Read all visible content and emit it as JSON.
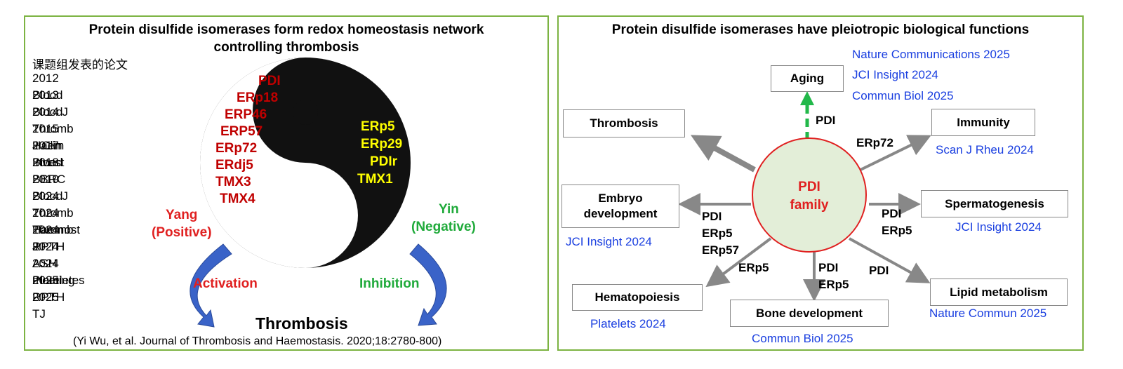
{
  "left": {
    "title_line1": "Protein disulfide isomerases form redox homeostasis network",
    "title_line2": "controlling thrombosis",
    "pub_header": "课题组发表的论文",
    "publications": [
      "2012 Blood",
      "2013 Blood",
      "2014 J Thromb Haem",
      "2015 J Clin Invest",
      "2017 Blood",
      "2018 BBRC",
      "2019 Blood",
      "2024 J Thromb Haemost",
      "2024 Thromb J",
      "2024 RPTH",
      "2024 ASH meeting",
      "2024 Plateletes",
      "2025 RPTH",
      "2025 TJ"
    ],
    "yang_proteins": [
      "PDI",
      "ERp18",
      "ERP46",
      "ERP57",
      "ERp72",
      "ERdj5",
      "TMX3",
      "TMX4"
    ],
    "yin_proteins": [
      "ERp5",
      "ERp29",
      "PDIr",
      "TMX1"
    ],
    "yang_label_1": "Yang",
    "yang_label_2": "(Positive)",
    "yin_label_1": "Yin",
    "yin_label_2": "(Negative)",
    "activation": "Activation",
    "inhibition": "Inhibition",
    "thrombosis": "Thrombosis",
    "citation": "(Yi Wu, et al. Journal of Thrombosis and Haemostasis.  2020;18:2780-800)",
    "colors": {
      "yang": "#c00000",
      "yin_text": "#ffff00",
      "yin_label": "#1faa3a",
      "arrow": "#3a63c8",
      "border": "#7cb342"
    }
  },
  "right": {
    "title": "Protein disulfide isomerases have pleiotropic biological functions",
    "center_line1": "PDI",
    "center_line2": "family",
    "boxes": {
      "aging": "Aging",
      "thrombosis": "Thrombosis",
      "immunity": "Immunity",
      "embryo_1": "Embryo",
      "embryo_2": "development",
      "spermatogenesis": "Spermatogenesis",
      "hematopoiesis": "Hematopoiesis",
      "bone": "Bone development",
      "lipid": "Lipid metabolism"
    },
    "refs": {
      "aging_1": "Nature Communications 2025",
      "aging_2": "JCI Insight 2024",
      "aging_3": "Commun Biol 2025",
      "immunity": "Scan J Rheu 2024",
      "embryo": "JCI Insight 2024",
      "spermatogenesis": "JCI Insight 2024",
      "hematopoiesis": "Platelets 2024",
      "bone": "Commun Biol 2025",
      "lipid": "Nature Commun 2025"
    },
    "arrow_labels": {
      "aging": "PDI",
      "immunity": "ERp72",
      "embryo_1": "PDI",
      "embryo_2": "ERp5",
      "embryo_3": "ERp57",
      "sperm_1": "PDI",
      "sperm_2": "ERp5",
      "hemato": "ERp5",
      "bone_1": "PDI",
      "bone_2": "ERp5",
      "lipid": "PDI"
    },
    "colors": {
      "center_fill": "#e3eed8",
      "center_border": "#e02020",
      "center_text": "#e02020",
      "arrow": "#888888",
      "aging_arrow": "#22b84a",
      "ref": "#1a3fe0"
    }
  }
}
